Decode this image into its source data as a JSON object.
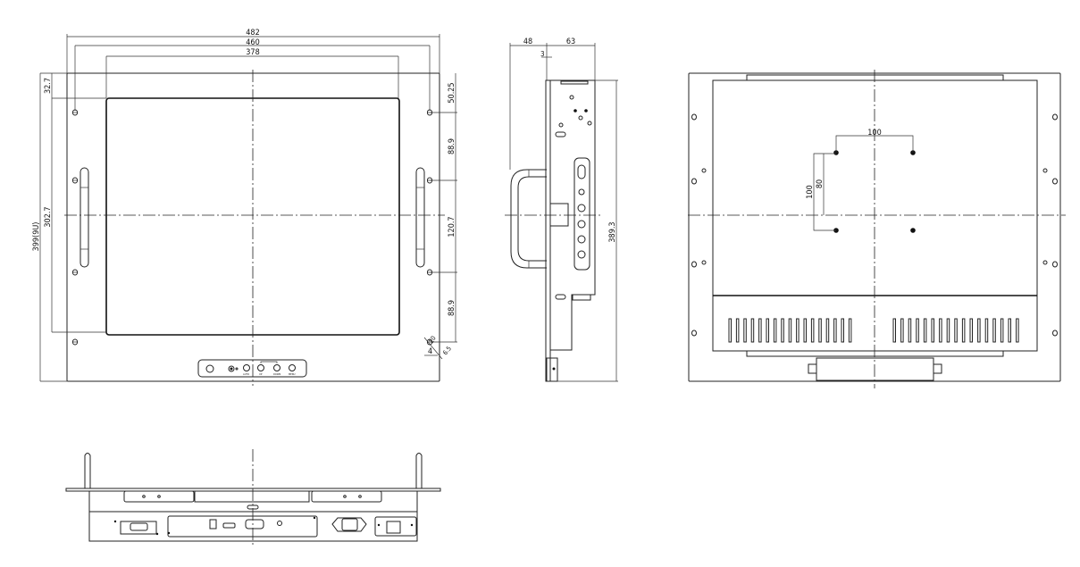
{
  "front_view": {
    "dimensions": {
      "overall_width": "482",
      "hole_spacing_width": "460",
      "screen_width": "378",
      "top_to_screen": "32.7",
      "screen_height": "302.7",
      "overall_height": "399(9U)",
      "top_to_first_hole": "50.25",
      "hole_spacing_1": "88.9",
      "hole_spacing_middle": "120.7",
      "hole_spacing_2": "88.9",
      "slot_offset": "4",
      "slot_size": "10",
      "slot_angle": "6.5"
    },
    "buttons": [
      "AUTO",
      "UP",
      "DOWN",
      "MENU"
    ]
  },
  "side_view": {
    "dimensions": {
      "front_depth": "48",
      "body_depth": "63",
      "flange_thickness": "3",
      "body_height": "389.3"
    }
  },
  "rear_view": {
    "dimensions": {
      "vesa_horizontal": "100",
      "vesa_vertical": "100",
      "vesa_offset": "80"
    }
  }
}
